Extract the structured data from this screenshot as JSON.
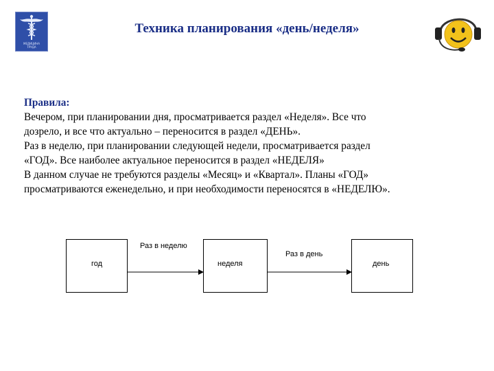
{
  "logo": {
    "caption_line1": "МЕДИЦИНА",
    "caption_line2": "ТРУДА"
  },
  "header": {
    "title": "Техника планирования «день/неделя»"
  },
  "rules": {
    "heading": "Правила:",
    "lines": [
      "Вечером, при планировании дня, просматривается раздел «Неделя». Все что",
      "дозрело, и все что актуально – переносится в раздел «ДЕНЬ».",
      "Раз в неделю, при планировании следующей недели, просматривается раздел",
      "«ГОД». Все наиболее актуальное переносится в раздел «НЕДЕЛЯ»",
      "В данном случае не требуются разделы «Месяц» и «Квартал». Планы «ГОД»",
      "просматриваются еженедельно, и при необходимости переносятся в «НЕДЕЛЮ»."
    ]
  },
  "diagram": {
    "nodes": [
      {
        "id": "year",
        "label": "год"
      },
      {
        "id": "week",
        "label": "неделя"
      },
      {
        "id": "day",
        "label": "день"
      }
    ],
    "edges": [
      {
        "from": "year",
        "to": "week",
        "label": "Раз в неделю"
      },
      {
        "from": "week",
        "to": "day",
        "label": "Раз в день"
      }
    ]
  },
  "colors": {
    "title": "#1a2e86",
    "logo_bg": "#2f4fa8",
    "mascot_face": "#f2c21b",
    "headset": "#333333"
  }
}
